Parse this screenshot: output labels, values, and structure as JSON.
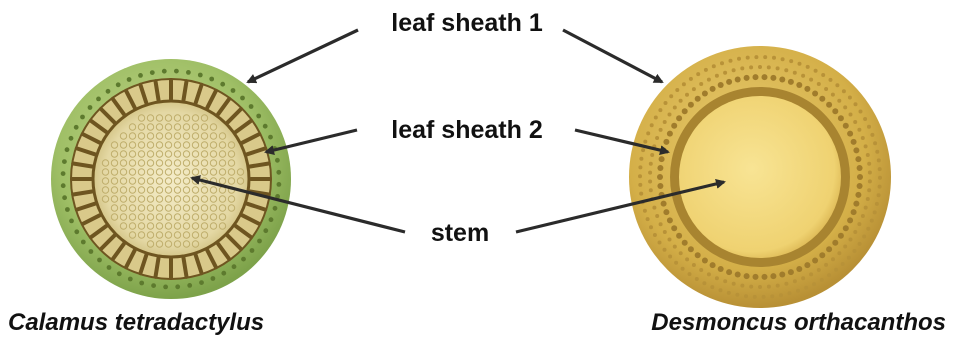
{
  "labels": {
    "leaf_sheath_1": "leaf sheath 1",
    "leaf_sheath_2": "leaf sheath 2",
    "stem": "stem"
  },
  "species": {
    "left": "Calamus tetradactylus",
    "right": "Desmoncus orthacanthos"
  },
  "colors": {
    "left_outer": "#9fbf66",
    "left_cells": "#ece3b8",
    "left_ring": "#6e5520",
    "right_outer": "#d8b54e",
    "right_core": "#f3d97e",
    "right_ring": "#8a6a28",
    "arrow": "#2b2b2b"
  }
}
